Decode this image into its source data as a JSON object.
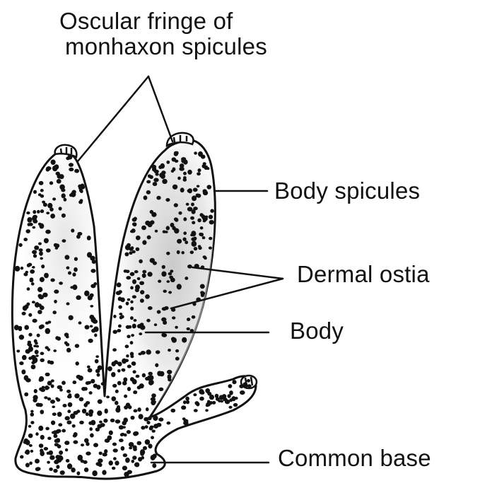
{
  "figure": {
    "labels": {
      "oscular_line1": "Oscular fringe of",
      "oscular_line2": "monhaxon spicules",
      "body_spicules": "Body spicules",
      "dermal_ostia": "Dermal ostia",
      "body": "Body",
      "common_base": "Common base"
    },
    "colors": {
      "ink": "#111111",
      "shading": "#bdbdbd",
      "background": "#ffffff"
    }
  }
}
